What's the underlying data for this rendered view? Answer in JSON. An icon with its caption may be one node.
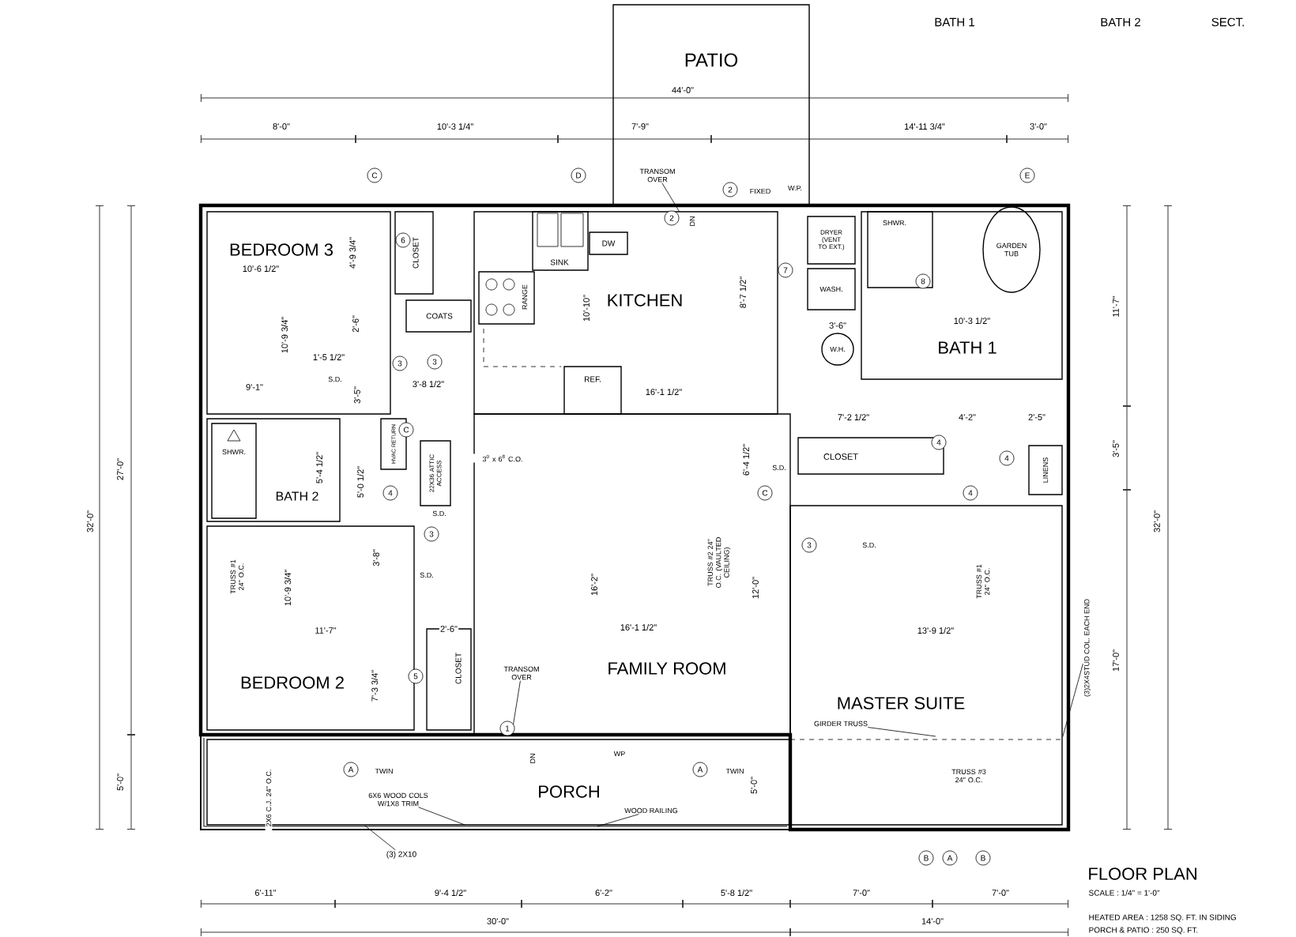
{
  "diagram": {
    "title": "FLOOR PLAN",
    "nodes": [
      {
        "text": [
          "PATIO"
        ]
      },
      {
        "text": [
          "BEDROOM 3"
        ]
      },
      {
        "text": [
          "CLOSET"
        ]
      },
      {
        "text": [
          "COATS"
        ]
      },
      {
        "text": [
          "KITCHEN"
        ]
      },
      {
        "text": [
          "SINK"
        ],
        "in": 4
      },
      {
        "text": [
          "DW"
        ],
        "in": 4
      },
      {
        "text": [
          "RANGE"
        ],
        "in": 4
      },
      {
        "text": [
          "REF."
        ],
        "in": 4
      },
      {
        "text": [
          "DRYER (VENT TO EXT.)"
        ]
      },
      {
        "text": [
          "WASH."
        ]
      },
      {
        "text": [
          "W.H."
        ]
      },
      {
        "text": [
          "BATH 1"
        ]
      },
      {
        "text": [
          "SHWR."
        ],
        "in": 12
      },
      {
        "text": [
          "GARDEN TUB"
        ],
        "in": 12
      },
      {
        "text": [
          "BATH 2"
        ]
      },
      {
        "text": [
          "SHWR."
        ],
        "in": 15
      },
      {
        "text": [
          "HVAC RETURN"
        ]
      },
      {
        "text": [
          "22X36 ATTIC ACCESS"
        ]
      },
      {
        "text": [
          "CLOSET"
        ]
      },
      {
        "text": [
          "LINENS"
        ]
      },
      {
        "text": [
          "FAMILY ROOM"
        ]
      },
      {
        "text": [
          "BEDROOM 2"
        ]
      },
      {
        "text": [
          "CLOSET"
        ]
      },
      {
        "text": [
          "MASTER SUITE"
        ]
      },
      {
        "text": [
          "PORCH"
        ]
      },
      {
        "text": [
          "TRANSOM OVER"
        ],
        "in": 0
      },
      {
        "text": [
          "TRANSOM OVER"
        ],
        "in": 21
      },
      {
        "text": [
          "6X6 WOOD COLS W/1X8 TRIM"
        ],
        "in": 25
      },
      {
        "text": [
          "WOOD RAILING"
        ],
        "in": 25
      },
      {
        "text": [
          "(3) 2X10"
        ]
      },
      {
        "text": [
          "GIRDER TRUSS"
        ],
        "in": 24
      },
      {
        "text": [
          "(3)2X4STUD COL. EACH END"
        ]
      }
    ],
    "edges": [
      {
        "from": 26,
        "to": 4,
        "arrow": "none"
      },
      {
        "from": 27,
        "to": 21,
        "arrow": "none"
      },
      {
        "from": 28,
        "to": null,
        "arrow": "none"
      },
      {
        "from": 29,
        "to": null,
        "arrow": "none"
      },
      {
        "from": 30,
        "to": 25,
        "arrow": "none"
      },
      {
        "from": 31,
        "to": null,
        "arrow": "none"
      },
      {
        "from": 32,
        "to": 24,
        "arrow": "none"
      }
    ],
    "labels": [
      "BATH 1",
      "BATH 2",
      "SECT.",
      "44'-0\"",
      "8'-0\"",
      "10'-3 1/4\"",
      "7'-9\"",
      "14'-11 3/4\"",
      "3'-0\"",
      "C",
      "D",
      "E",
      "2",
      "FIXED",
      "W.P.",
      "2",
      "DN",
      "6",
      "10'-6 1/2\"",
      "4'-9 3/4\"",
      "7",
      "8",
      "10'-10\"",
      "8'-7 1/2\"",
      "10'-9 3/4\"",
      "2'-6\"",
      "10'-3 1/2\"",
      "3'-6\"",
      "1'-5 1/2\"",
      "3",
      "3",
      "S.D.",
      "9'-1\"",
      "3'-8 1/2\"",
      "16'-1 1/2\"",
      "7'-2 1/2\"",
      "4'-2\"",
      "2'-5\"",
      "C",
      "3$^{0}$ x 6$^{8}$ C.O.",
      "6'-4 1/2\"",
      "S.D.",
      "4",
      "4",
      "4",
      "5'-4 1/2\"",
      "5'-0 1/2\"",
      "C",
      "4",
      "S.D.",
      "3",
      "3",
      "S.D.",
      "3'-8\"",
      "S.D.",
      "TRUSS #1 24\" O.C.",
      "10'-9 3/4\"",
      "16'-2\"",
      "TRUSS #2 24\" O.C. (VAULTED CEILING)",
      "12'-0\"",
      "TRUSS #1 24\" O.C.",
      "11'-7\"",
      "2'-6\"",
      "16'-1 1/2\"",
      "13'-9 1/2\"",
      "5",
      "7'-3 3/4\"",
      "1",
      "DN",
      "WP",
      "A",
      "TWIN",
      "A",
      "TWIN",
      "2X6 C.J. 24\" O.C.",
      "5'-0\"",
      "TRUSS #3 24\" O.C.",
      "B",
      "A",
      "B",
      "6'-11\"",
      "9'-4 1/2\"",
      "6'-2\"",
      "5'-8 1/2\"",
      "7'-0\"",
      "7'-0\"",
      "SCALE : 1/4\" = 1'-0\"",
      "30'-0\"",
      "14'-0\"",
      "HEATED AREA : 1258 SQ. FT. IN SIDING",
      "PORCH & PATIO : 250 SQ. FT.",
      "27'-0\"",
      "32'-0\"",
      "5'-0\"",
      "11'-7\"",
      "3'-5\"",
      "17'-0\"",
      "32'-0\"",
      "3'-5\""
    ]
  }
}
